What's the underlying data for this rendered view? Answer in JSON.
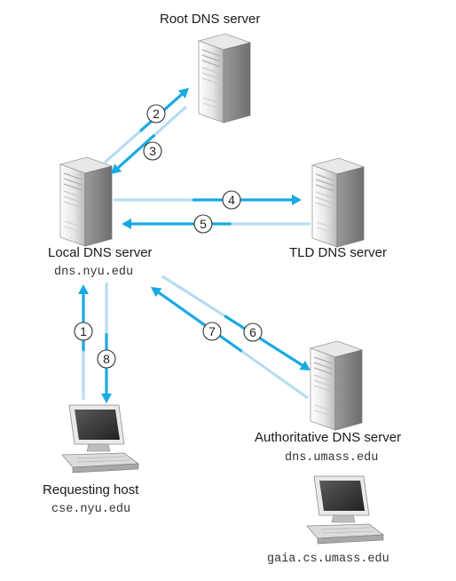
{
  "colors": {
    "arrow_dark": "#19a9e3",
    "arrow_light": "#b6dcf2",
    "server_light": "#f1f1f1",
    "server_dark": "#8f8f8f",
    "screen": "#3b3b3b"
  },
  "nodes": {
    "root": {
      "label": "Root DNS server"
    },
    "local": {
      "label": "Local DNS server",
      "host": "dns.nyu.edu"
    },
    "tld": {
      "label": "TLD DNS server"
    },
    "auth": {
      "label": "Authoritative DNS server",
      "host": "dns.umass.edu"
    },
    "requesting": {
      "label": "Requesting host",
      "host": "cse.nyu.edu"
    },
    "target": {
      "host": "gaia.cs.umass.edu"
    }
  },
  "steps": [
    "1",
    "2",
    "3",
    "4",
    "5",
    "6",
    "7",
    "8"
  ]
}
